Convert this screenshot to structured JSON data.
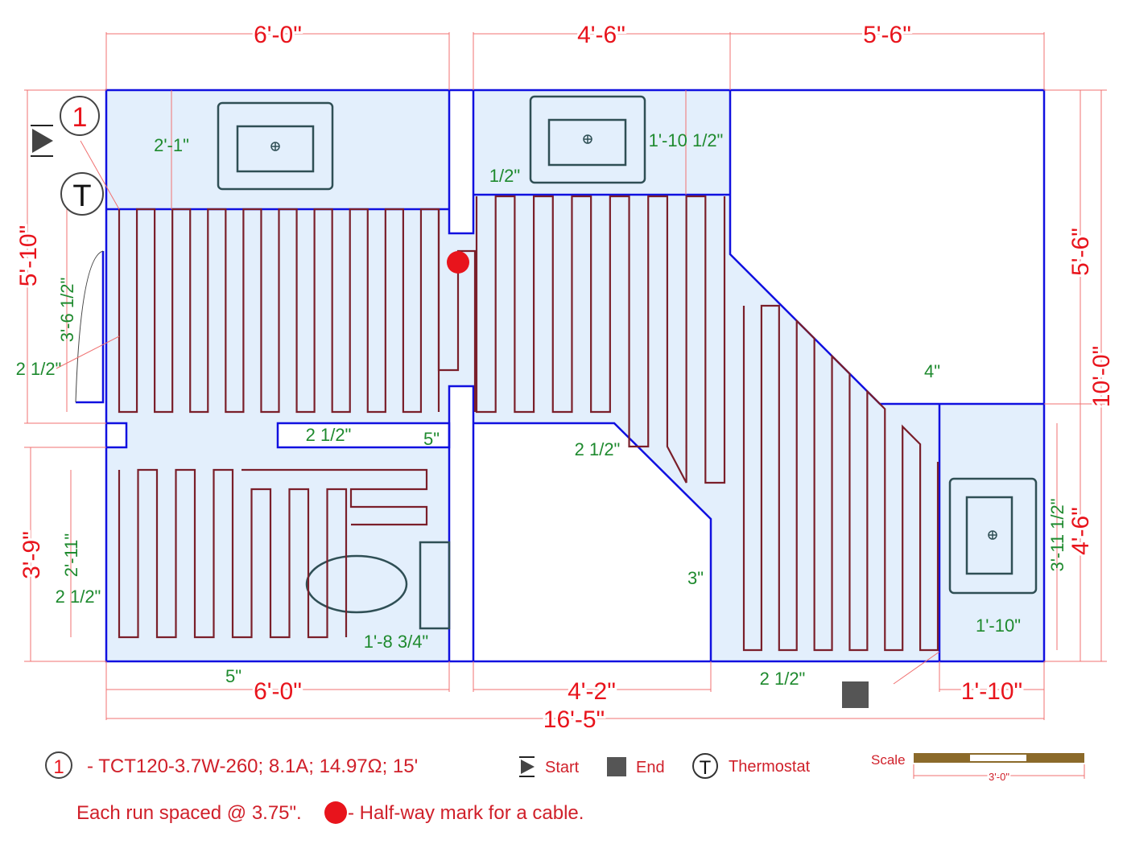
{
  "dimensions": {
    "top": [
      "6'-0\"",
      "4'-6\"",
      "5'-6\""
    ],
    "bottom": [
      "6'-0\"",
      "4'-2\"",
      "1'-10\""
    ],
    "total_width": "16'-5\"",
    "left": [
      "5'-10\"",
      "3'-9\""
    ],
    "right": [
      "5'-6\"",
      "10'-0\"",
      "4'-6\""
    ]
  },
  "spacing_labels": {
    "vanity1_depth": "2'-1\"",
    "vanity2_depth": "1'-10 1/2\"",
    "half_inch": "1/2\"",
    "left_run": "3'-6 1/2\"",
    "left_gap": "2 1/2\"",
    "center_gap": "2 1/2\"",
    "center_5": "5\"",
    "middle_gap": "2 1/2\"",
    "right_4": "4\"",
    "right_3": "3\"",
    "lower_left_run": "2'-11\"",
    "lower_left_gap": "2 1/2\"",
    "toilet_gap": "1'-8 3/4\"",
    "bottom_5": "5\"",
    "bottom_right_gap": "2 1/2\"",
    "right_vanity_width": "1'-10\"",
    "right_vanity_run": "3'-11 1/2\""
  },
  "markers": {
    "cable_number": "1",
    "thermostat": "T"
  },
  "legend": {
    "cable_number": "1",
    "cable_spec": "- TCT120-3.7W-260; 8.1A; 14.97Ω; 15'",
    "start": "Start",
    "end": "End",
    "thermostat_symbol": "T",
    "thermostat": "Thermostat",
    "scale": "Scale",
    "scale_length": "3'-0\"",
    "spacing_note": "Each run spaced @ 3.75\".",
    "halfway_note": "- Half-way mark for a cable."
  },
  "colors": {
    "wall": "#1010e0",
    "cable": "#7a1f2a",
    "heated_floor": "#e3effc",
    "dimension": "#e8141c",
    "spacing": "#1e8a2e"
  }
}
